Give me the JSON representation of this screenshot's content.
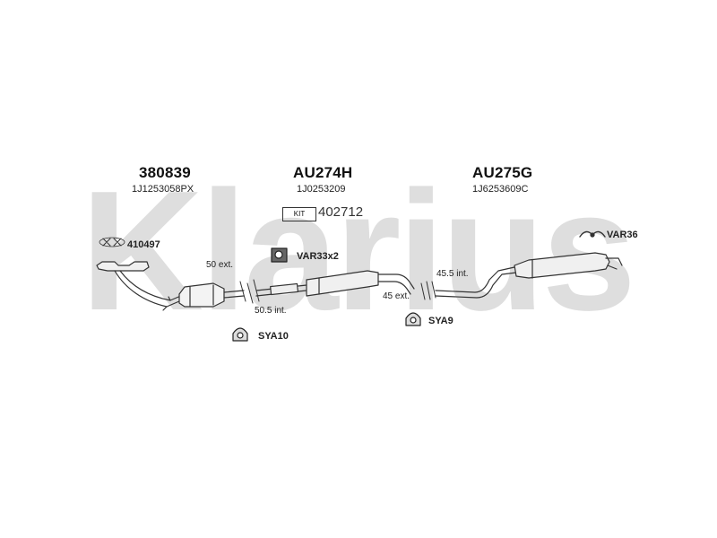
{
  "watermark": {
    "text": "Klarius"
  },
  "parts": [
    {
      "number": "380839",
      "oem": "1J1253058PX"
    },
    {
      "number": "AU274H",
      "oem": "1J0253209"
    },
    {
      "number": "AU275G",
      "oem": "1J6253609C"
    }
  ],
  "kit": {
    "tag": "KIT",
    "number": "402712"
  },
  "accessories": {
    "gasket": "410497",
    "clamp": "VAR33x2",
    "hanger_right": "VAR36",
    "rubber_left": "SYA10",
    "rubber_mid": "SYA9"
  },
  "dimensions": {
    "d1": "50 ext.",
    "d2": "50.5 int.",
    "d3": "45.5 int.",
    "d4": "45 ext."
  },
  "colors": {
    "watermark": "#dedede",
    "line": "#333333",
    "fill": "#f0f0f0"
  }
}
